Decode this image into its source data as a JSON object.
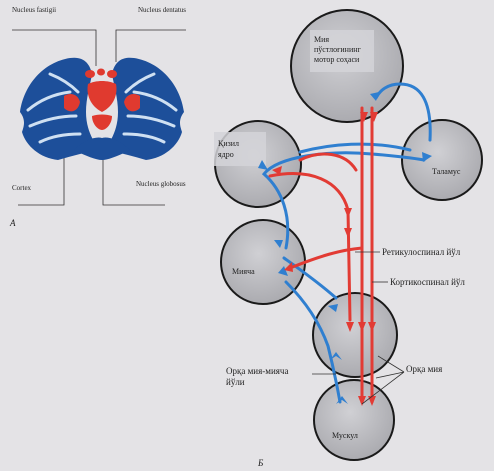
{
  "panel_a": {
    "letter": "А",
    "labels": {
      "fastigii": "Nucleus fastigii",
      "dentatus": "Nucleus dentatus",
      "cortex": "Cortex",
      "globosus": "Nucleus globosus"
    }
  },
  "panel_b": {
    "letter": "Б",
    "nodes": {
      "motor_cortex": "Мия пўстлоғининг мотор соҳаси",
      "red_nucleus": "Қизил ядро",
      "thalamus": "Таламус",
      "cerebellum": "Мияча",
      "spinal_cord": "Орқа мия",
      "muscle": "Мускул"
    },
    "pathways": {
      "reticulospinal": "Ретикулоспинал йўл",
      "corticospinal": "Кортикоспинал йўл",
      "spinocerebellar": "Орқа мия-мияча йўли",
      "spinal_cord": "Орқа мия"
    }
  },
  "colors": {
    "background": "#e4e3e6",
    "node_fill": "#bdbdc1",
    "node_stroke": "#1a1a1a",
    "afferent_blue": "#2f7fd0",
    "efferent_red": "#e23b34",
    "cortex_blue": "#1d4f9a",
    "nucleus_red": "#e03a2f"
  }
}
